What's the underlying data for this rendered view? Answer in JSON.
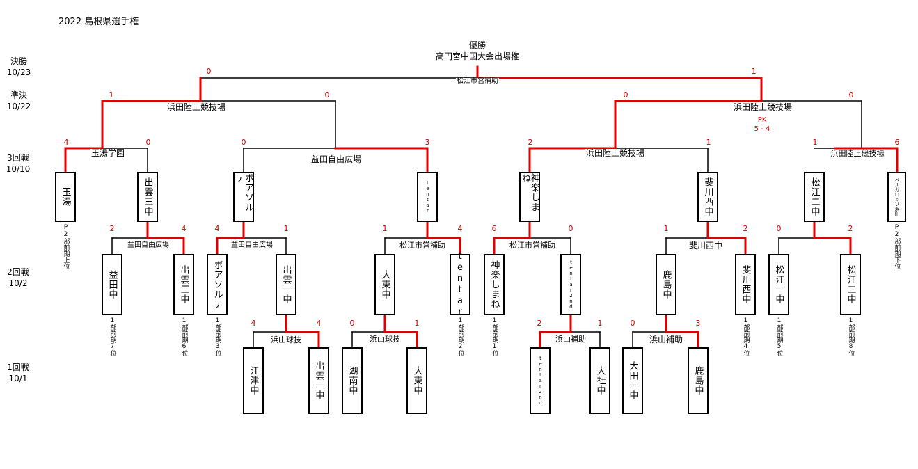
{
  "title": "2022 島根県選手権",
  "champion": {
    "line1": "優勝",
    "line2": "高円宮中国大会出場権"
  },
  "rounds": [
    {
      "name": "決勝",
      "date": "10/23"
    },
    {
      "name": "準決",
      "date": "10/22"
    },
    {
      "name": "3回戦",
      "date": "10/10"
    },
    {
      "name": "2回戦",
      "date": "10/2"
    },
    {
      "name": "1回戦",
      "date": "10/1"
    }
  ],
  "teams": {
    "tamayu": "玉湯",
    "izumo3_r3": "出雲三中",
    "boa_r3": "ボアソルテ",
    "tentar_r3": "tentar",
    "shinraku_r3": "神楽しまね",
    "hikawa_r3": "斐川西中",
    "matsue2_r3": "松江二中",
    "belgarotsu": "ベルガロッソ浜田",
    "masuda": "益田中",
    "izumo3": "出雲三中",
    "boa": "ボアソルテ",
    "izumo1_r2": "出雲一中",
    "daito_r2": "大東中",
    "tentar": "tentar",
    "shinraku": "神楽しまね",
    "tentar2nd_r2": "tentar2nd",
    "kashima_r2": "鹿島中",
    "hikawa": "斐川西中",
    "matsue1": "松江一中",
    "matsue2": "松江二中",
    "etsu": "江津中",
    "izumo1": "出雲一中",
    "konan": "湖南中",
    "daito": "大東中",
    "tentar2nd": "tentar2nd",
    "taisha": "大社中",
    "ootaichi": "大田一中",
    "kashima": "鹿島中"
  },
  "ranks": {
    "tamayu": "P2部前期上位",
    "belgarotsu": "P2部前期下位",
    "masuda": "1部前期7位",
    "izumo3": "1部前期6位",
    "boa": "1部前期3位",
    "tentar": "1部前期2位",
    "shinraku": "1部前期1位",
    "hikawa": "1部前期4位",
    "matsue1": "1部前期5位",
    "matsue2": "1部前期8位"
  },
  "venues": {
    "final": "松江市営補助",
    "sf_left": "浜田陸上競技場",
    "sf_right": "浜田陸上競技場",
    "qf1": "玉湯学園",
    "qf2": "益田自由広場",
    "qf3": "浜田陸上競技場",
    "qf4": "浜田陸上競技場",
    "r2_1": "益田自由広場",
    "r2_2": "益田自由広場",
    "r2_4": "松江市営補助",
    "r2_5": "松江市営補助",
    "r2_7": "斐川西中",
    "r1_1": "浜山球技",
    "r1_2": "浜山球技",
    "r1_3": "浜山補助",
    "r1_4": "浜山補助"
  },
  "scores": {
    "final": [
      "0",
      "1"
    ],
    "sf_left": [
      "1",
      "0"
    ],
    "sf_right": [
      "0",
      "0"
    ],
    "qf1": [
      "4",
      "0"
    ],
    "qf2": [
      "0",
      "3"
    ],
    "qf3": [
      "2",
      "1"
    ],
    "qf4": [
      "1",
      "6"
    ],
    "r2_1": [
      "2",
      "4"
    ],
    "r2_2": [
      "4",
      "1"
    ],
    "r2_4": [
      "1",
      "4"
    ],
    "r2_5": [
      "6",
      "0"
    ],
    "r2_7": [
      "1",
      "2"
    ],
    "r2_8": [
      "0",
      "2"
    ],
    "r1_1": [
      "4",
      "4"
    ],
    "r1_2": [
      "0",
      "1"
    ],
    "r1_3": [
      "2",
      "1"
    ],
    "r1_4": [
      "0",
      "3"
    ]
  },
  "pk": {
    "label": "PK",
    "score": "5 - 4"
  },
  "colors": {
    "win": "#e00000",
    "line": "#000000"
  }
}
